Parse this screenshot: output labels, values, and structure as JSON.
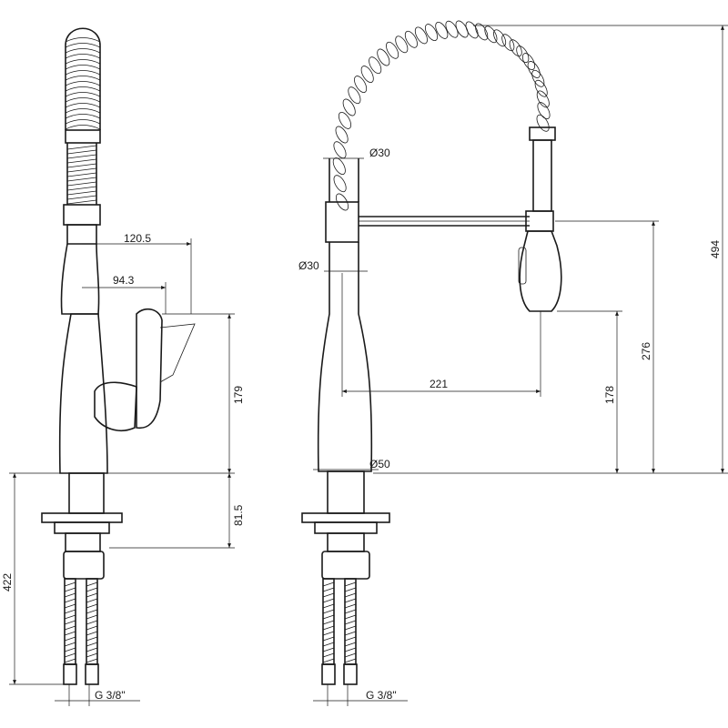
{
  "drawing": {
    "title": "",
    "line_color": "#1a1a1a",
    "background": "#ffffff",
    "side_view": {
      "dimensions": {
        "spout_reach": "120.5",
        "handle_reach": "94.3",
        "body_height": "179",
        "deck_height": "81.5",
        "shank_length": "422",
        "hose_thread": "G 3/8\""
      }
    },
    "front_view": {
      "dimensions": {
        "spring_diameter": "Ø30",
        "column_diameter": "Ø30",
        "base_diameter": "Ø50",
        "spout_reach": "221",
        "outlet_height": "178",
        "sprayer_height": "276",
        "total_height": "494",
        "hose_thread": "G 3/8\""
      }
    }
  }
}
